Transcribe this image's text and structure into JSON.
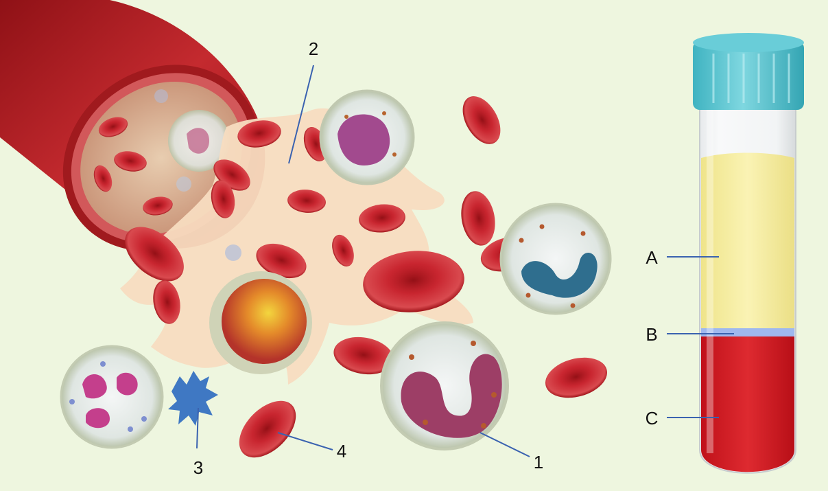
{
  "colors": {
    "background": "#eef6df",
    "vessel": "#b51f24",
    "plasma": "#f7dcc0",
    "red_cell": "#c9232a",
    "leader_line": "#3a62b0",
    "tube_cap": "#5cc7d3",
    "plasma_layer": "#f6ee9c",
    "buffy_coat": "#9fb8ee",
    "red_layer": "#d0161e"
  },
  "labels": {
    "n1": "1",
    "n2": "2",
    "n3": "3",
    "n4": "4",
    "A": "A",
    "B": "B",
    "C": "C"
  },
  "icons": {
    "vessel": "blood-vessel-illustration",
    "tube": "test-tube-illustration"
  }
}
